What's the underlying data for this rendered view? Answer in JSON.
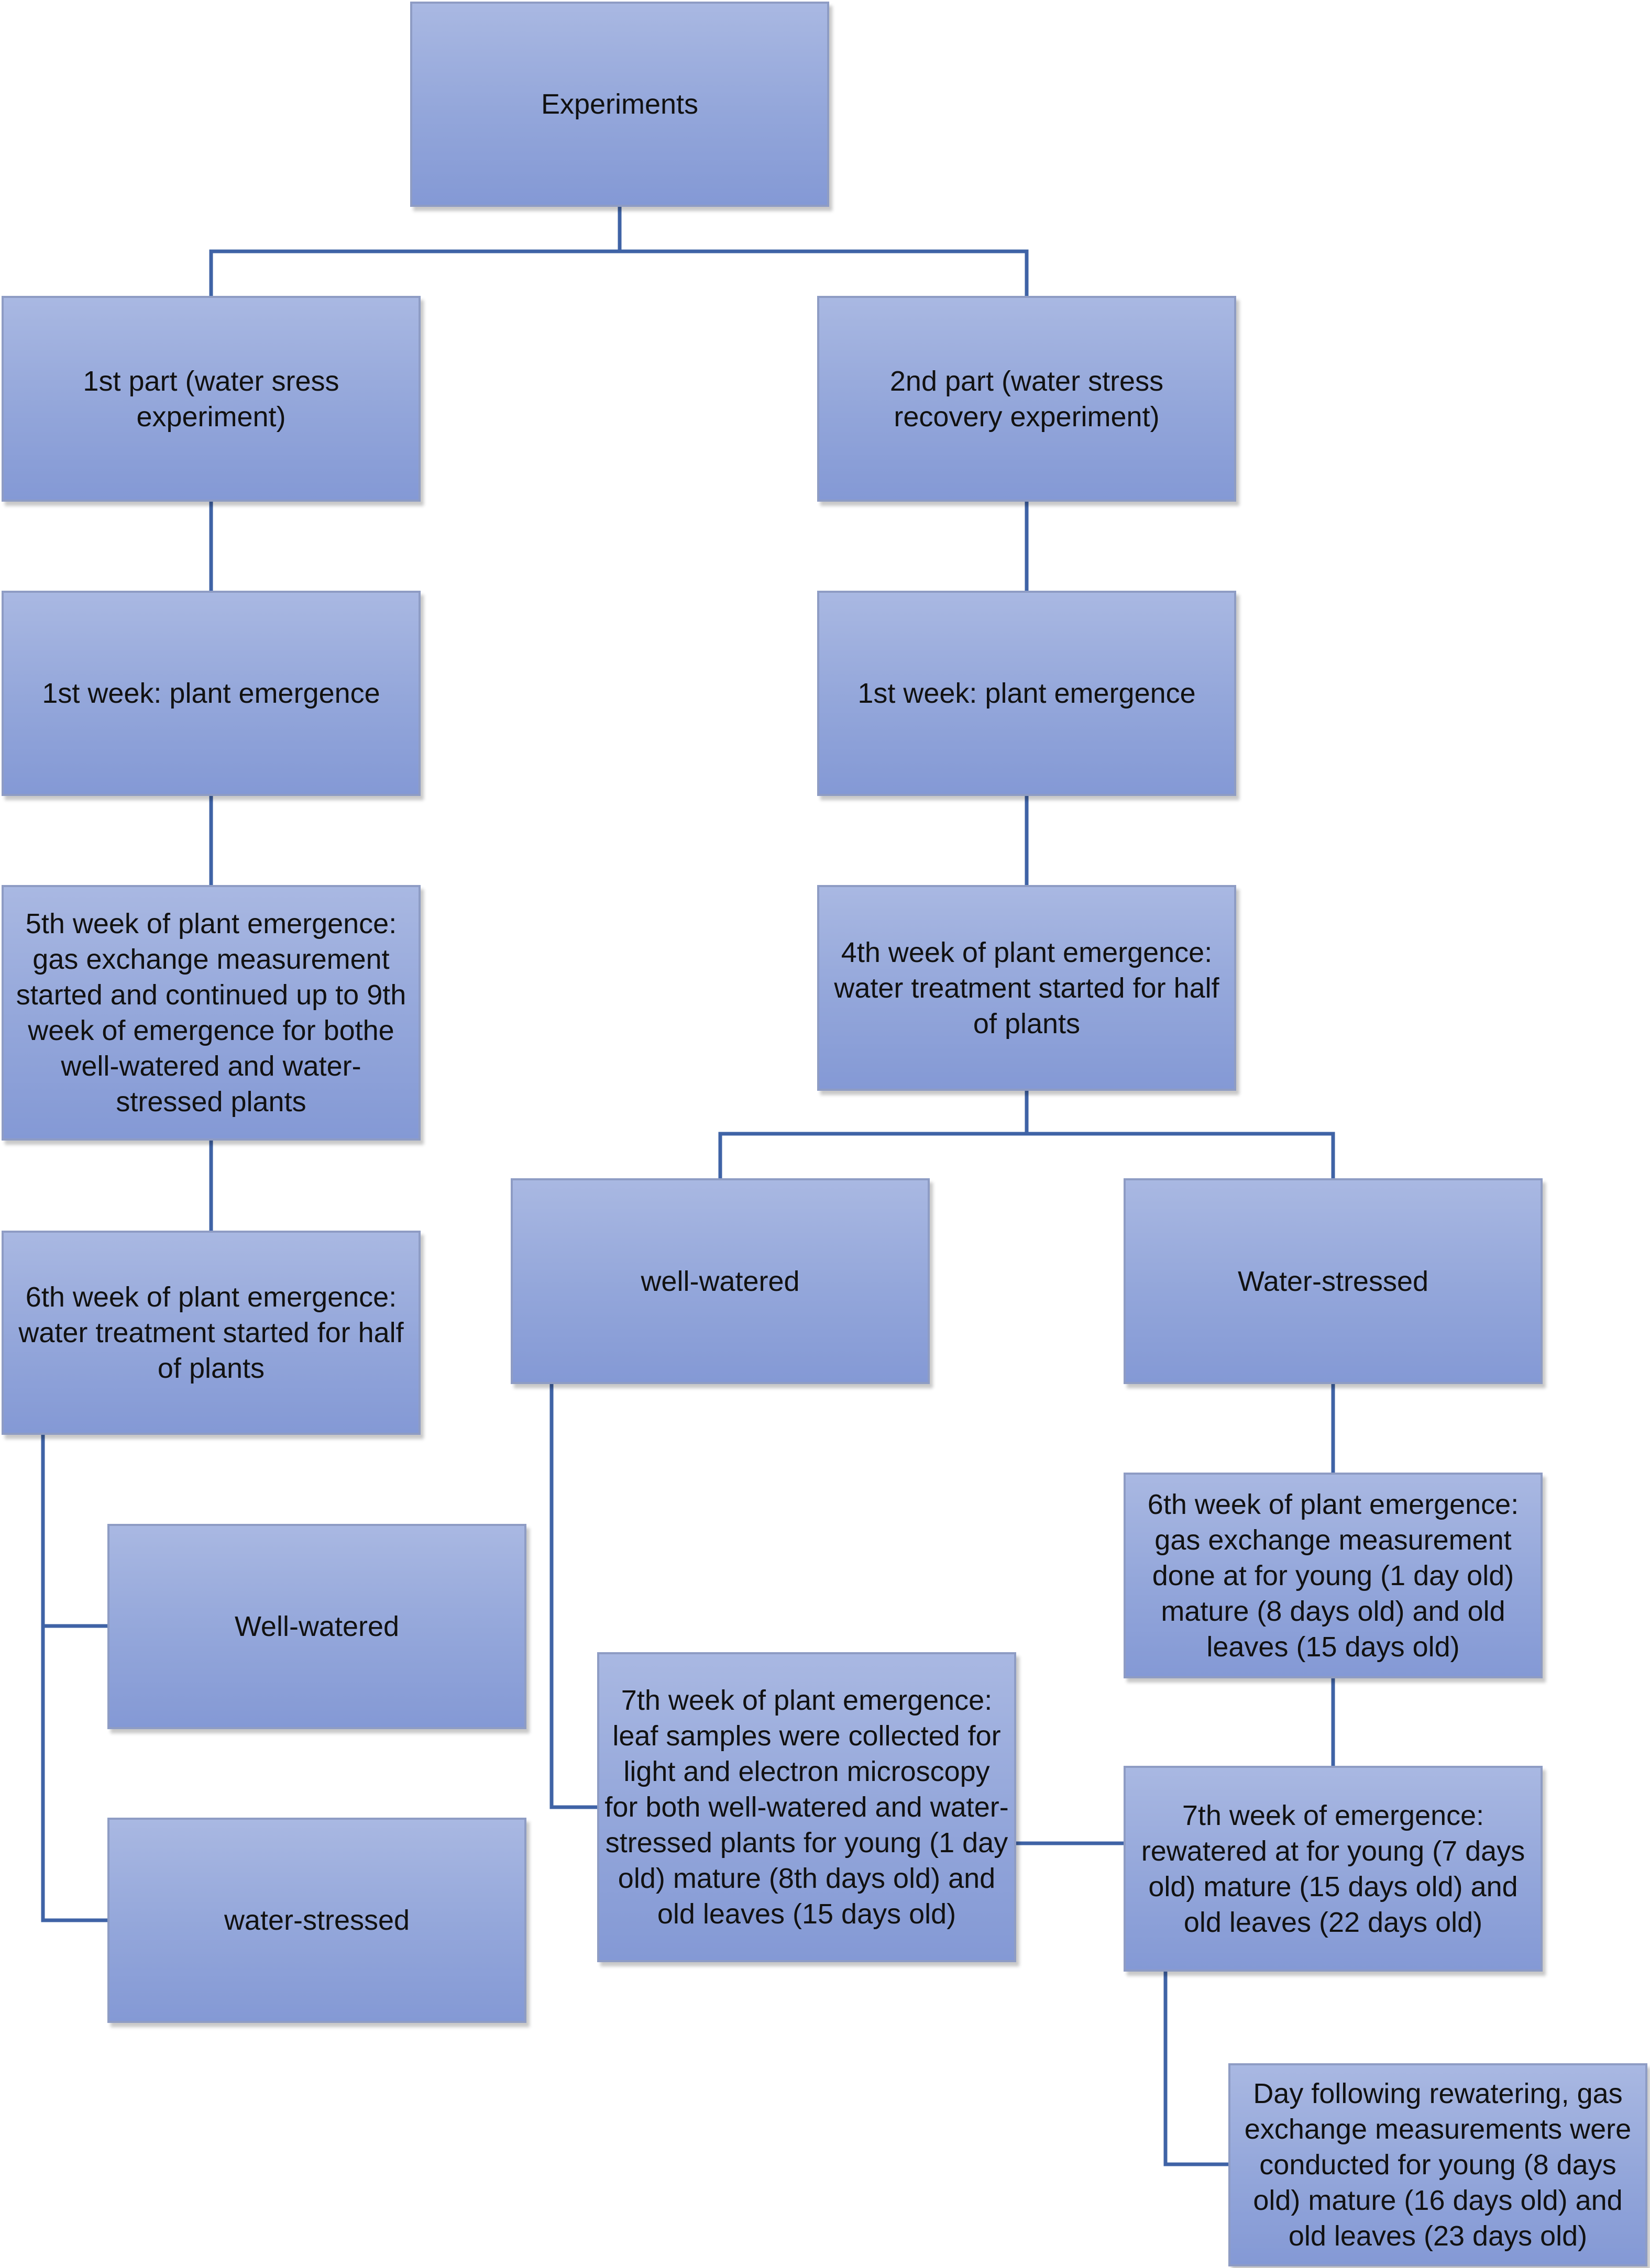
{
  "nodes": {
    "experiments": "Experiments",
    "part1": "1st part  (water sress experiment)",
    "part2": "2nd part (water stress recovery experiment)",
    "p1_week1": "1st week: plant emergence",
    "p2_week1": "1st week: plant emergence",
    "p1_week5": "5th week of plant emergence: gas exchange measurement started and continued up to 9th week of emergence for bothe well-watered and water-stressed plants",
    "p2_week4": "4th week of plant emergence: water treatment started for half of plants",
    "p1_week6": "6th week of plant emergence: water treatment started for half of plants",
    "p2_well_watered": "well-watered",
    "p2_water_stressed": "Water-stressed",
    "p1_well_watered": "Well-watered",
    "p1_water_stressed": "water-stressed",
    "p2_week6_gas": "6th week of plant emergence: gas exchange measurement done at for young (1 day old) mature (8 days old) and old leaves (15 days old)",
    "week7_samples": "7th week of plant  emergence: leaf samples were collected for light and electron microscopy for both well-watered and water-stressed plants for young (1 day old) mature (8th days old) and old leaves (15 days old)",
    "p2_week7_rewater": "7th week of emergence: rewatered at for young (7 days old) mature (15 days old) and old leaves (22 days old)",
    "day_after_rewater": "Day following rewatering, gas exchange measurements were conducted for young (8 days old) mature (16 days old) and old leaves (23 days old)"
  },
  "colors": {
    "connector": "#3f63a6",
    "box_top": "#a9b8e2",
    "box_bottom": "#8499d5",
    "box_border": "#8e9cc4"
  }
}
